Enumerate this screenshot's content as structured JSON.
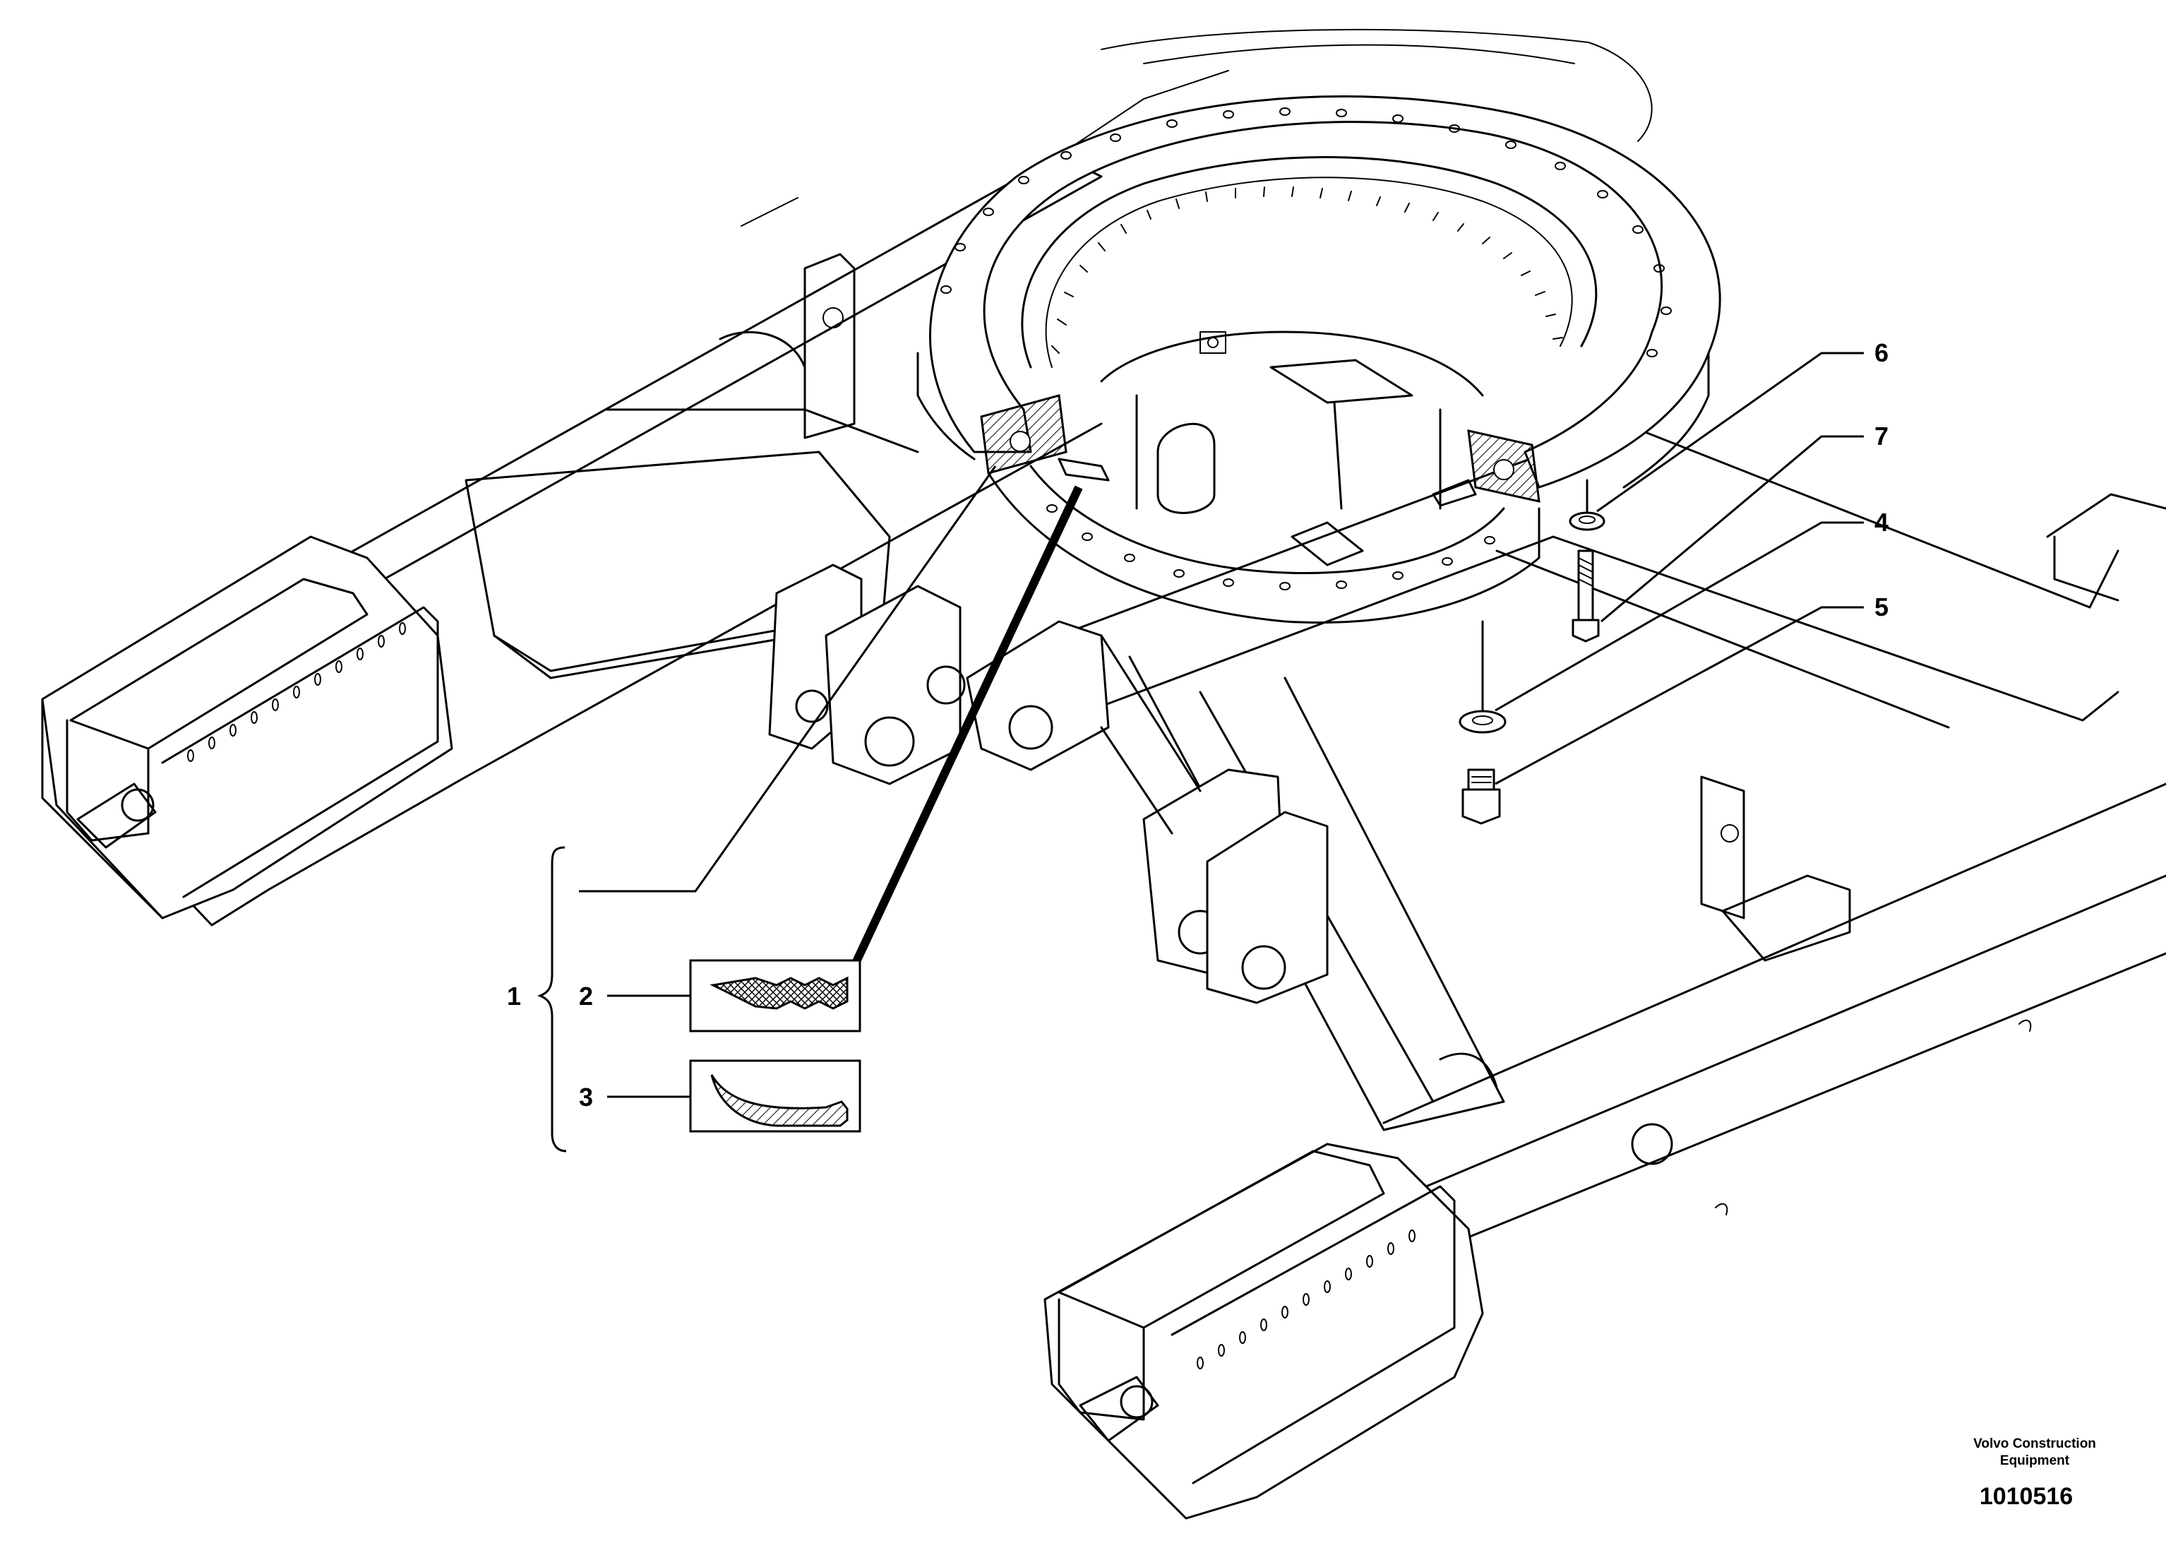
{
  "callouts": {
    "c1": "1",
    "c2": "2",
    "c3": "3",
    "c4": "4",
    "c5": "5",
    "c6": "6",
    "c7": "7"
  },
  "footer": {
    "company_line1": "Volvo Construction",
    "company_line2": "Equipment",
    "document_number": "1010516"
  },
  "icons": {
    "slewing_ring": "slewing-ring-icon",
    "seal_2": "seal-profile-icon",
    "seal_3": "seal-profile-icon",
    "washer": "washer-icon",
    "bolt": "bolt-icon"
  }
}
